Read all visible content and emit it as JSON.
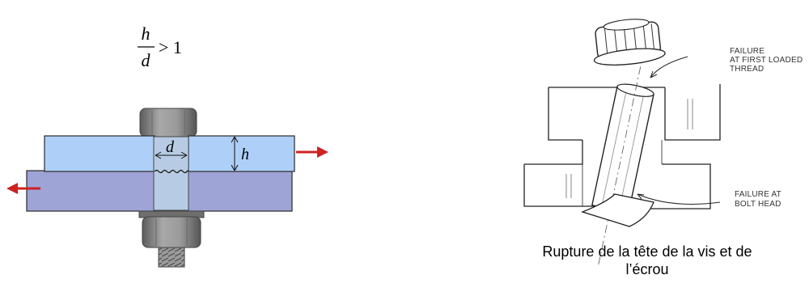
{
  "left_figure": {
    "formula": {
      "numerator": "h",
      "denominator": "d",
      "relation": "> 1"
    },
    "labels": {
      "diameter": "d",
      "height": "h"
    }
  },
  "right_figure": {
    "callouts": {
      "top": [
        "FAILURE",
        "AT FIRST LOADED",
        "THREAD"
      ],
      "bottom": [
        "FAILURE AT",
        "BOLT HEAD"
      ]
    },
    "caption": [
      "Rupture de la tête de la vis et de",
      "l’écrou"
    ]
  },
  "colors": {
    "upper_plate": "#aecff7",
    "lower_plate": "#9fa4d6",
    "bolt": "#8b8b8b",
    "arrow": "#cc2222"
  }
}
